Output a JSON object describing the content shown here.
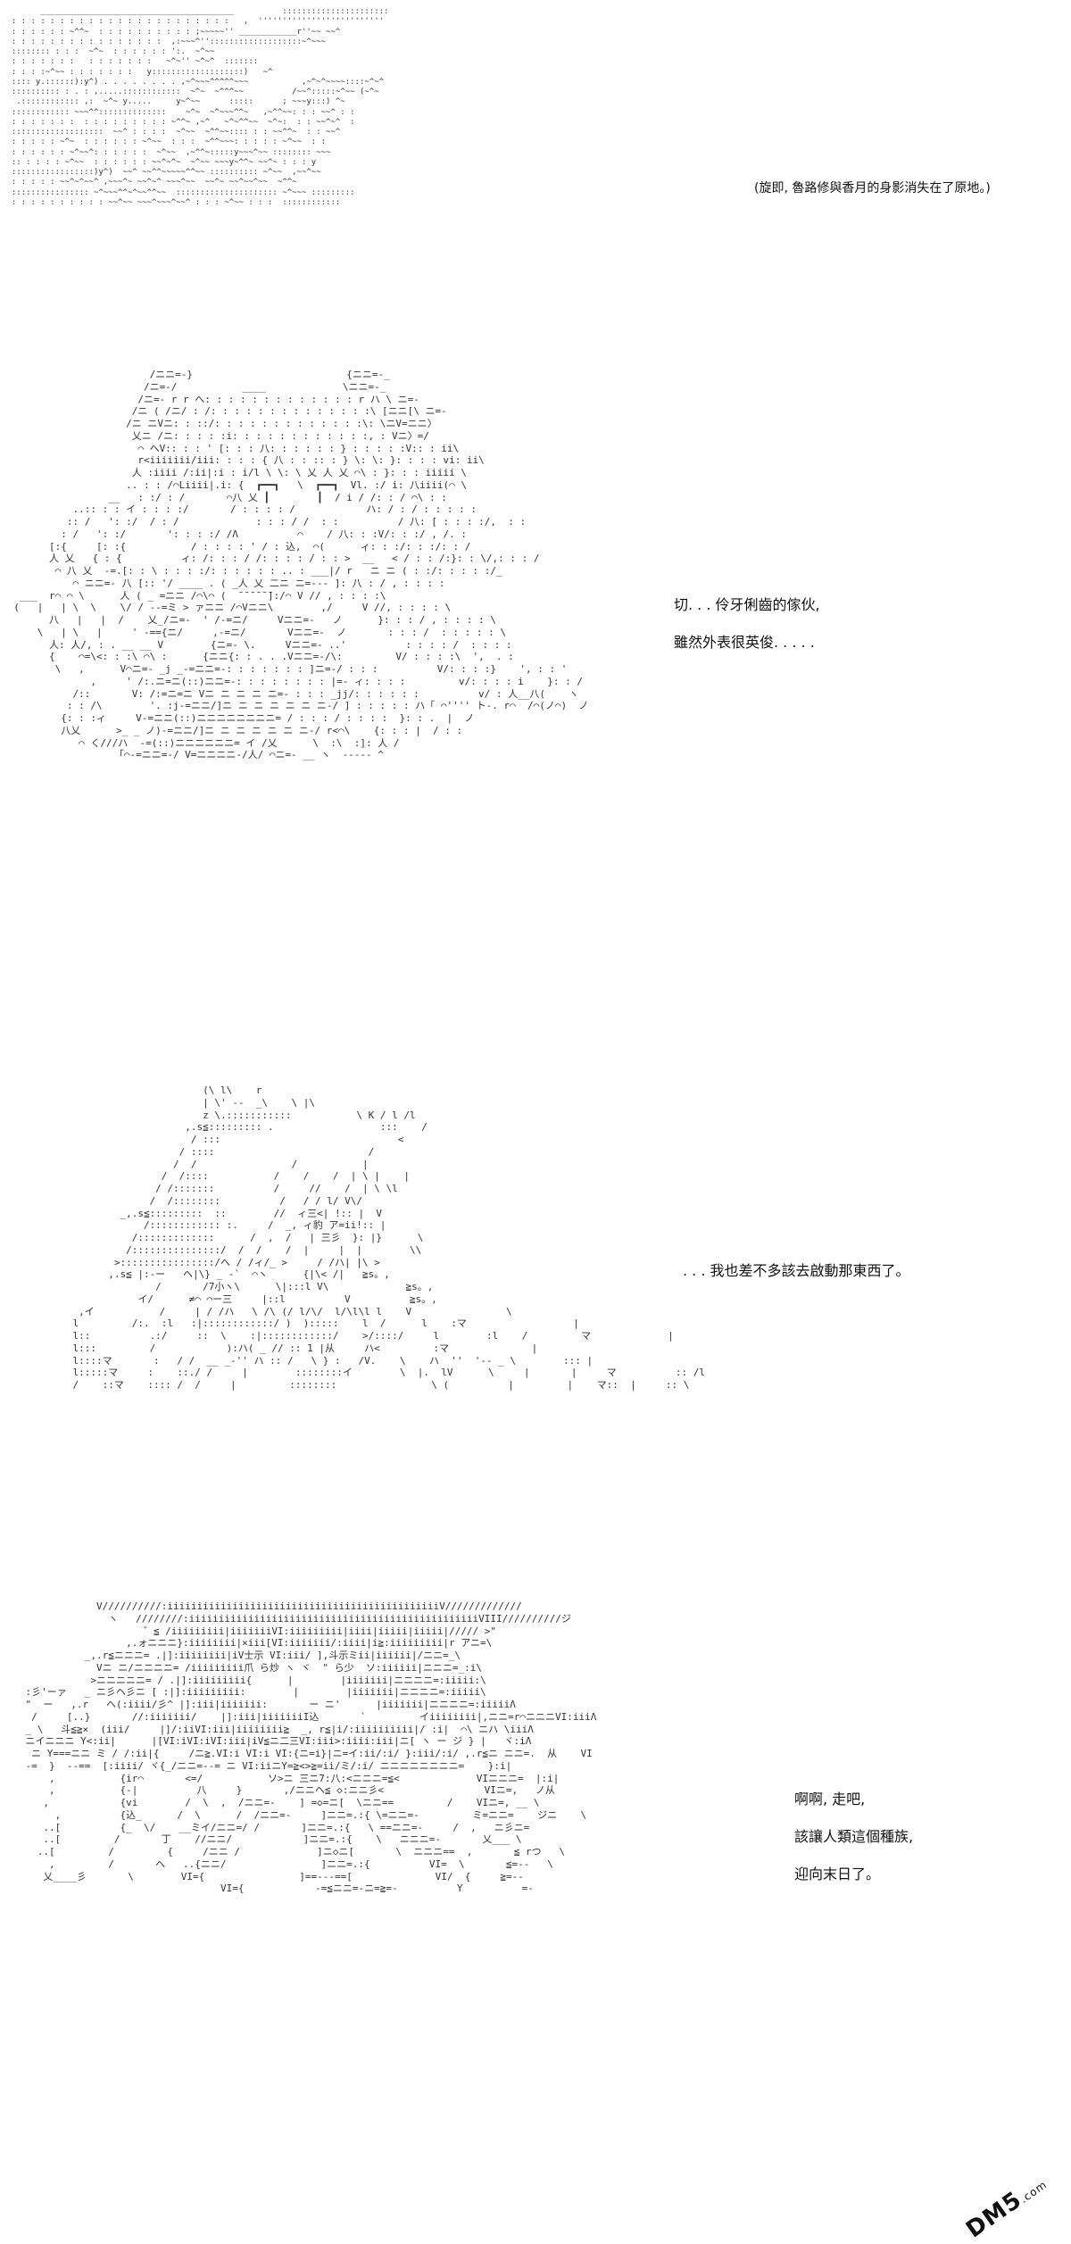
{
  "panels": [
    {
      "ascii_art": "        ________________________________________          ::::::::::::::::::::::\n  : : : : : : : : : : : : : : : : : : : : : : :   ,  ''''''''''''''''''''''''''\n  : : : : : : ~^^~  : : : : : : : : : : ;~~~~~'' ____________r''~~ ~~^\n  : : : : : : : : : : : : : : : :  ,:~~~^'':::::::::::::::::::~^~~~\n  :::::::: : : :  ~^~  : : : : : : ':.  ~^~~\n  : : : : : : :   : : : : : : :   ~^~'' ~^~^  :::::::\n  : : : :~^~~ : : : : : : :   y:::::::::::::::::::)   ~^\n  :::: y.::::::):y^) . . . . . . . . ,~^~~~^^^^^~~~           ,~^~^~~~~::::~^~^\n  :::::::::: : . : ,.....::::::::::::  ~^~  ~^^^~~          /~~^:::::~^~~ (~^~\n   .:::::::::::: ,:  ~^~ y.....     y~^~~      :::::      ; ~~~y:::) ^~\n  :::::::::::: ~~~^^::::::::::::::    ~^~  ~^~~~^^~   ,~^^~~: : : ~~^ : :\n  : : : : : : :  : : : : : : : : : ~^^~ ,~^   ~^~^^~~  ~^~:  : : ~~^~^  :\n  :::::::::::::::::::  ~~^ : : : :  ~^~~  ~^^~~:::: : : ~~^^~  : : ~~^\n  : : : : : ~^~  : : : : : : ~^~~  : : :  ~^^~~~: : : : : ~^~~  : :\n  : : : : : : ~^~~^: : : : : :  ~^~~  ,~^^~:::::y~~~^~~ :::::::: ~~~\n  :: : : : : ~^~~  : : : : : : ~~^~^~  ~^~~ ~~~y~^^~ ~~^~ : : : y\n  :::::::::::::::::)y^)  ~~^ ~~^^~~~~~^^~~ :::::::::: ~^~~  ,~~^~~\n  : : : : : ~~^~^~~^ ,~~~^~ ~~^~^ ~~~^~~  ~~^~ ~~^~~^~~  ~^^~\n  :::::::::::::::: ~^~~~^^~^~~^^~~  ::::::::::::::::::::: ~^~~~ :::::::::\n  : : : : : : : : : : ~~^~~ ~~~^~~~^~~^ : : : ~^~~ : : :  ::::::::::::",
      "caption_lines": [
        "(旋即, 魯路修與香月的身影消失在了原地。)"
      ]
    },
    {
      "ascii_art": "                         /ニニ=-}                          {ニニ=-_\n                        /ニ=-/           ____             \\ニニ=-_\n                       /ニ=- r r へ: : : : : : : : : : : : : r ハ \\ ニ=-\n                      /ニ ( /ニ/ : /: : : : : : : : : : : : : :\\ [ニニ[\\ ニ=-\n                     /ニ ニVニ: : ::/: : : : : : : : : : : : :\\: \\ニV=ニニ〉\n                      乂ニ /ニ: : : : :i: : : : : : : : : : : :, : Vニ〉=/\n                       ⌒ へV:: : : ' [: : : 八: : : : : : } : : : : :V:: : ii\\\n                       r<iiiiiii/iii: : : : { 八 : : :: : } \\: \\: }: : : : vi: ii\\\n                      人 :iiii /:ii|:i : i/l \\ \\: \\ 乂 人 乂 ⌒\\ : }: : : iiiii \\\n                     .. : : /⌒Liiii|.i: {  ┏━━┓   \\  ┏━━┓  Vl. :/ i: 八iiii(⌒ \\\n                  __   : :/ : /       ⌒八 乂 ┃        ┃  / i / /: : / ⌒\\ : :\n            ..:: : : イ : : : :/       / : : : : /            ハ: / : / : : : : :\n           :: /   ': :/  / : /             : : : / /  : :          / 八: [ : : : :/,  : :\n          : /   ': :/       ': : : :/ /Λ          ⌒    / 八: : :V/: : :/ , /. :\n        [:{     [: :{           / : : : : ' / : 込,  ⌒(      ィ: : :/: : :/: : /\n        人 乂   { : {          ィ: /: : : / /: : : : / : : >  __   < / : : /:}: : \\/,: : : /\n         ⌒ 八 乂  -=.[: : \\ : : : :/: : : : : : .. : ___|/ r   ニ ニ ( : :/: : : : :/_\n            ⌒ ニニ=- 八 [:: '/ ____ . ( _人 乂 二ニ ニ=--- ]: 八 : / , : : : :\n   ___  r⌒ ⌒ \\      人 ( _ =ニニ /⌒\\⌒ (  ̄ ̄ ̄ ̄ ̄ ̄]:/⌒ V // , : : : :\\\n  (   |   | \\  \\    \\/ / --=ミ > ァニニ /⌒Vニニ\\        ,/     V //, : : : : \\\n        八   |   |  /    乂_/ニ=-  ' /-=ニ/     Vニニ=-   ノ      }: : : / , : : : : \\\n      \\   | \\   |     ' -=={ニ/     ,-=ニ/       Vニニ=-  ノ       : : : /  : : : : : \\\n        人: 人/, : . __ __ V        {ニ=- \\.     Vニニ=- ..'          : : : : /  : : : :\n        {    ⌒=\\<: : :\\ ⌒\\ :      {ニニ{: : . . .Vニニ=-/\\:         V/ : : : :\\  ',  . :\n         \\   ,      V⌒ニ=- _j _-=ニニ=-: : : : : : : ]ニ=-/ : : :          V/: : : :}    ', : : '\n               ,     ' /:.ニ=ニ(::)ニニ=-: : : : : : : : |=- ィ: : : :         v/: : : : i    }: : /\n            /::       V: /:=ニ=ニ Vニ ニ ニ ニ ニ=- : : : _jj/: : : : : :          v/ : 人__八(    ヽ\n           : : /\\        '. :j-=ニニ/]ニ ニ ニ ニ ニ ニ ニ-/ ] : : : : : ハ「 ⌒'''' ト-. r⌒  /⌒(ノ⌒)  ノ\n          {: : :ィ     V-=ニニ(::)ニニニニニニニニ= / : : : / : : : :  }: : .  |  ノ\n          八乂      >_ _ ノ)-=ニニ/]ニ ニ ニ ニ ニ ニ ニ-/ r<⌒\\    {: : : |  / : :\n             ⌒ く///ハ  -=(::)ニニニニニニ= イ /乂      \\  :\\  :]: 人 /\n                   「⌒-=ニニ=-/ V=ニニニニ-/人/ ⌒ニ=- __ ヽ  ----- ^",
      "caption_lines": [
        "切. . . 伶牙俐齒的傢伙,",
        "雖然外表很英俊. . . . ."
      ]
    },
    {
      "ascii_art": "                                  (\\ l\\    r\n                                  | \\' --  _\\    \\ |\\\n                                  z \\.:::::::::::           \\ K / l /l\n                               ,.s≦::::::::: .                  :::    /\n                                / :::                              <\n                              / ::::                          /\n                             /  /                /           |\n                           /  /::::           /    /    /  | \\ |    |\n                          / /:::::::          /     //    /  | \\ \\l\n                         /  /::::::::          /   / / l/ V\\/\n                    _,.s≦:::::::::  ::        //  ィ三<| !:: |  V\n                        /:::::::::::: :.     /  _, ィ豹 ア=ii!:: |\n                      /:::::::::::::      /  ,  /   | 三彡  }: |}      \\\n                     /:::::::::::::::/  /  /    /  |     |  |        \\\\\n                   >::::::::::::::::/へ / /ィ/_ >     / /ハ| |\\ > \n                  ,.s≦ |:-ー   ヘ|\\} _ -`  ⌒ヽ      {|\\< /|   ≧s。,\n                          /       /7小ヽ\\      \\|:::l V\\             ≧s。,\n                       イ/      ≠⌒ ⌒ー三     |::l          V          ≧s。,\n             ,イ           /     | / /ハ   \\ /\\ (/ l/\\/  l/\\l\\l l    V                \\\n            l         /:.  :l   :|::::::::::::/ )  ):::::    l  /      l    :マ                  |\n            l::          .:/     ::  \\    :|::::::::::::/    >/::::/     l        :l    /         マ             |\n            l:::         /            ):ハ( _ // :: 1 |从     ハ<         :マ              |\n            l::::マ       :   / /  __ _-'' ハ :: /   \\ } :   /V.    \\    ハ  ''  '-- _ \\        ::: |\n            l:::::マ     :    ::./ /     |        ::::::::イ        \\  |.  lV      \\     |       |     マ          :: /l\n            /    ::マ    :::: /  /     |         ::::::::                \\ (          |         |    マ::  |     :: \\",
      "caption_lines": [
        ". . . 我也差不多該去啟動那東西了。"
      ]
    },
    {
      "ascii_art": "                V//////////:iiiiiiiiiiiiiiiiiiiiiiiiiiiiiiiiiiiiiiiiiiiiiiV/////////////\n                  ヽ   ////////:iiiiiiiiiiiiiiiiiiiiiiiiiiiiiiiiiiiiiiiiiiiiiiiiiVIII//////////ジ\n                        ゛≦ /iiiiiiiii|iiiiiiiVI:iiiiiiiii|iiii|iiiii|iiiii|///// >\"\n                     ,.ォニニニ}:iiiiiiii|×iii[VI:iiiiiii/:iiii|i≧:iiiiiiiii|r アニ=\\\n              _,.r≦ニニニ= .|]:iiiiiiii|iV士示 VI:iii/ ],斗示ミii|iiiiii|/ニニ=_\\\n                Vニ ニ/ニニニニ= /iiiiiiiii爪 ら炒 ヽ ヾ  \" ら少  ソ:iiiiii|ニニニ=_:i\\\n               >ニニニニニ= / .|]:iiiiiiiii{      |        |iiiiiii|ニニニニ=:iiiii:\\\n    :彡'ーァ   _ ニ彡ヘ彡ニ [ :|]:iiiiiiiii:        |        |iiiiiii|ニニニニ=:iiiii\\\n    \"  ー   ,.r   ヘ(:iiii/彡^ |]:iii|iiiiiii:       ー ニ'      |iiiiiii|ニニニニ=:iiiiiΛ\n     /     [..}       //:iiiiiii/    |]:iii|iiiiiiiI込       `         イiiiiiiii|,ニニ=r⌒ニニニVI:iiiΛ\n    _ \\   斗≦≧×  (iii/     |]/:iiVI:iii|iiiiiiii≧  _, r≦|i/:iiiiiiiiii|/ :i|  ⌒\\ ニハ \\iiiΛ\n    ニイニニニ Y<:ii|      |[VI:iVI:iVI:iii|iV≦ニ二三VI:iii>:iiii:iii|ニ[ ヽ ー ジ } |   ヾ:iΛ\n     ニ Y===ニニ ミ / /:ii|{     /ニ≧.VI:i VI:i VI:{ニ=i}|ニ=イ:ii/:i/ }:iii/:i/ ,.r≦ニ ニニ=.  从    VI\n    -=  }  --==  [:iiii/ ヾ{_/ニニ=--= ニ VI:iiニY=≧<>≧=ii/ミ/:i/ ニニニニニニニニ=    }:i|\n        ,           {ir⌒       <=/           ソ>ニ 三ニ7:八:<ニニニ=≦<             VIニニニ=  |:i|\n        ,           {-|          八     }       ,/ニニヘ≦ ◇:ニニ彡<                 VIニ=,   ノ从\n       ,            {vi        /  \\  ,  /ニニ=-    ] =◇=ニ[  \\ニニ==         /    VIニ=, __ \\\n         ,          {込_      /  \\      /  /ニニ=-     ]ニニ=.:{ \\=ニニ=-         ミ=ニニ=    ジニ    \\\n       ..[          {_  \\/    __ミイ/ニニ=/ /       ]ニニ=.:{   \\ ==ニニ=-     /  ,   ニ彡ニ=\n       ..[         /       丁    //ニニ/            ]ニニ=.:{    \\   ニニニ=-       乂___ \\\n      ..[         /         {     /ニニ /             ]ニ◇ニ[       \\  ニニニ==  ,       ≦ rつ   \\\n        ,         /       へ   ..{ニニ/                ]ニニ=.:{          VI=  \\       ≦=--   \\\n       乂____彡       \\        VI={                ]==---==[              VI/  {     ≧=--\n                                     VI={            -=≦ニニ=-ニ=≧=-          Y          =-",
      "caption_lines": [
        "啊啊, 走吧,",
        "該讓人類這個種族,",
        "迎向末日了。"
      ]
    }
  ],
  "watermark": {
    "main": "DM5",
    "sub": ".com"
  }
}
